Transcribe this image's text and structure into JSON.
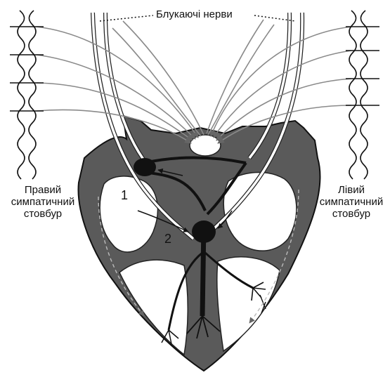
{
  "labels": {
    "vagus_nerves": "Блукаючі нерви",
    "right_trunk": [
      "Правий",
      "симпатичний",
      "стовбур"
    ],
    "left_trunk": [
      "Лівий",
      "симпатичний",
      "стовбур"
    ],
    "node_1": "1",
    "node_2": "2"
  },
  "colors": {
    "ink": "#111111",
    "heart_fill": "#5a5a5a",
    "chamber": "#ffffff",
    "nerve_gray": "#8a8a8a"
  }
}
